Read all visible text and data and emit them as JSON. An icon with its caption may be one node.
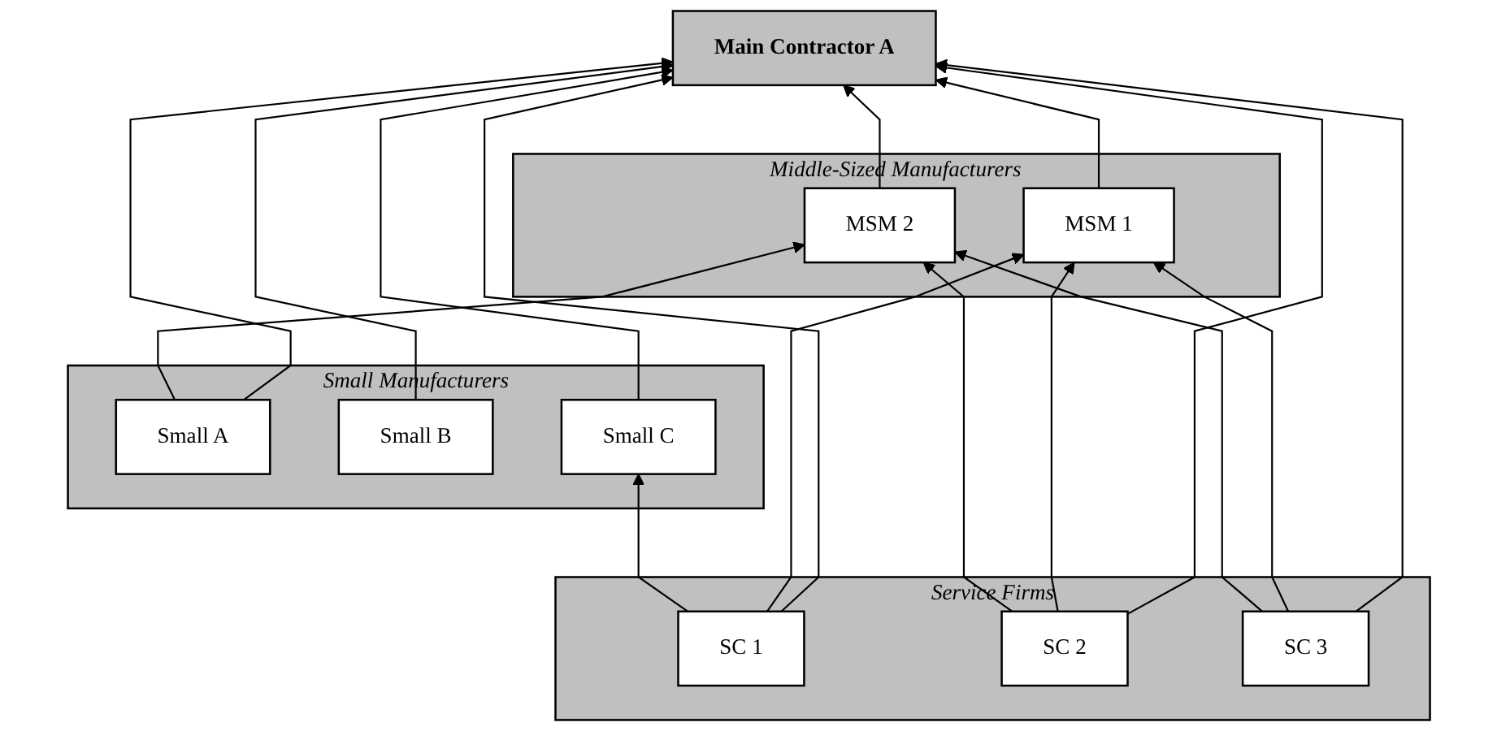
{
  "diagram": {
    "nodes": [
      {
        "text": [
          "Main Contractor A"
        ]
      },
      {
        "text": [
          "Middle-Sized Manufacturers"
        ]
      },
      {
        "text": [
          "MSM 1"
        ],
        "in": 1
      },
      {
        "text": [
          "MSM 2"
        ],
        "in": 1
      },
      {
        "text": [
          "Small Manufacturers"
        ]
      },
      {
        "text": [
          "Small A"
        ],
        "in": 4
      },
      {
        "text": [
          "Small B"
        ],
        "in": 4
      },
      {
        "text": [
          "Small C"
        ],
        "in": 4
      },
      {
        "text": [
          "Service Firms"
        ]
      },
      {
        "text": [
          "SC 1"
        ],
        "in": 8
      },
      {
        "text": [
          "SC 2"
        ],
        "in": 8
      },
      {
        "text": [
          "SC 3"
        ],
        "in": 8
      }
    ],
    "edges": [
      {
        "from": 2,
        "to": 0,
        "arrow": "to"
      },
      {
        "from": 3,
        "to": 0,
        "arrow": "to"
      },
      {
        "from": 9,
        "to": 0,
        "arrow": "to"
      },
      {
        "from": 10,
        "to": 0,
        "arrow": "to"
      },
      {
        "from": 11,
        "to": 0,
        "arrow": "to"
      },
      {
        "from": 7,
        "to": 0,
        "arrow": "to"
      },
      {
        "from": 6,
        "to": 0,
        "arrow": "to"
      },
      {
        "from": 5,
        "to": 0,
        "arrow": "to"
      },
      {
        "from": 5,
        "to": 3,
        "arrow": "to"
      },
      {
        "from": 11,
        "to": 2,
        "arrow": "to"
      },
      {
        "from": 10,
        "to": 2,
        "arrow": "to"
      },
      {
        "from": 9,
        "to": 2,
        "arrow": "to"
      },
      {
        "from": 11,
        "to": 3,
        "arrow": "to"
      },
      {
        "from": 10,
        "to": 3,
        "arrow": "to"
      },
      {
        "from": 9,
        "to": 7,
        "arrow": "to"
      }
    ]
  }
}
